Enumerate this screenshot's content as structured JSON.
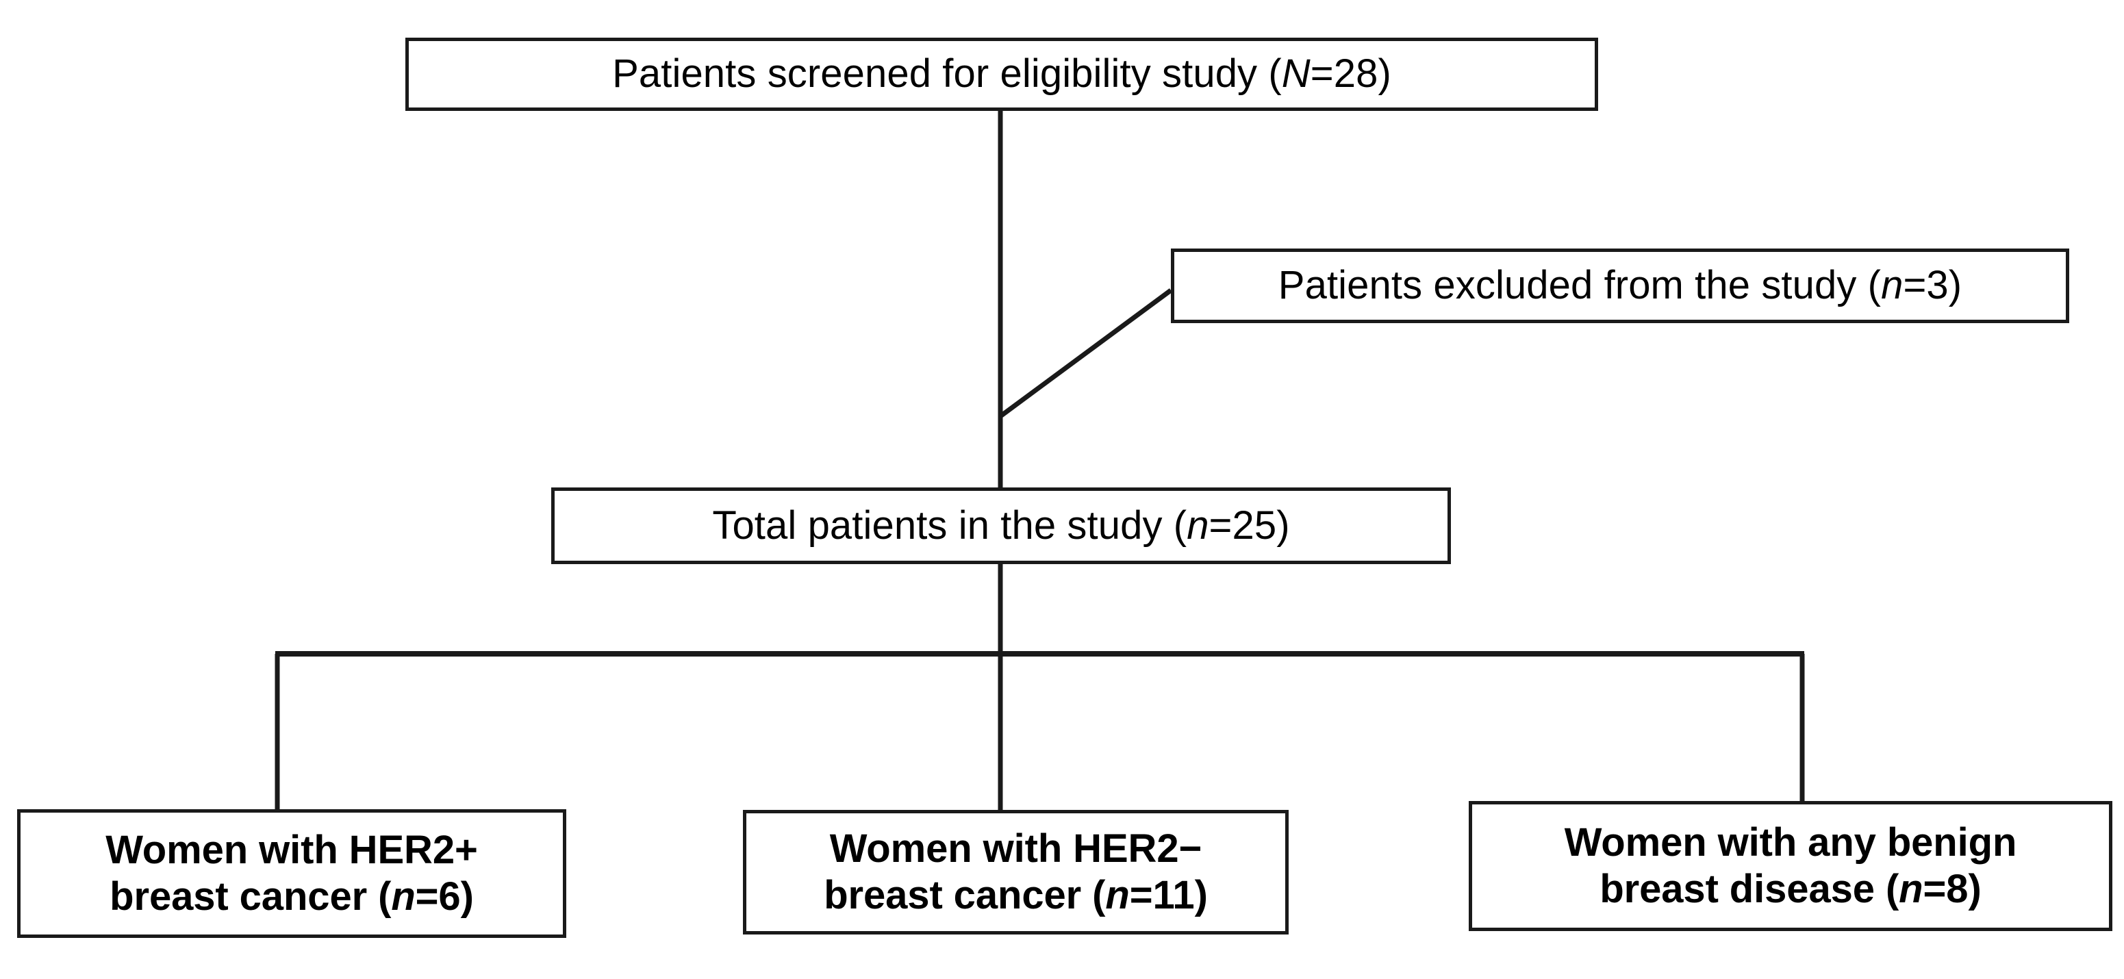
{
  "figure": {
    "type": "flowchart",
    "kind": "participant-flow-diagram",
    "orientation": "top-down",
    "line_color": "#1a1a1a",
    "background_color": "#ffffff",
    "text_color": "#000000"
  },
  "nodes": {
    "screened": {
      "id": "screened",
      "label_full": "Patients screened for eligibility study (N=28)",
      "text_before": "Patients screened for eligibility study (",
      "symbol": "N",
      "text_after": "=28)",
      "count": 28,
      "count_symbol": "N",
      "emphasis": "regular"
    },
    "excluded": {
      "id": "excluded",
      "label_full": "Patients excluded from the study (n=3)",
      "text_before": "Patients excluded from the study (",
      "symbol": "n",
      "text_after": "=3)",
      "count": 3,
      "count_symbol": "n",
      "emphasis": "regular"
    },
    "total": {
      "id": "total",
      "label_full": "Total patients in the study (n=25)",
      "text_before": "Total patients in the study (",
      "symbol": "n",
      "text_after": "=25)",
      "count": 25,
      "count_symbol": "n",
      "emphasis": "regular"
    },
    "her2_positive": {
      "id": "her2_positive",
      "label_full": "Women with HER2+ breast cancer (n=6)",
      "line1": "Women with HER2+",
      "line2_before": "breast cancer (",
      "symbol": "n",
      "line2_after": "=6)",
      "count": 6,
      "count_symbol": "n",
      "emphasis": "bold"
    },
    "her2_negative": {
      "id": "her2_negative",
      "label_full": "Women with HER2− breast cancer (n=11)",
      "line1": "Women with HER2−",
      "line2_before": "breast cancer (",
      "symbol": "n",
      "line2_after": "=11)",
      "count": 11,
      "count_symbol": "n",
      "emphasis": "bold"
    },
    "benign": {
      "id": "benign",
      "label_full": "Women with any benign breast disease (n=8)",
      "line1": "Women with any benign",
      "line2_before": "breast disease (",
      "symbol": "n",
      "line2_after": "=8)",
      "count": 8,
      "count_symbol": "n",
      "emphasis": "bold"
    }
  },
  "edges": [
    {
      "from": "screened",
      "to": "total",
      "style": "straight-vertical"
    },
    {
      "from": "screened",
      "to": "excluded",
      "style": "diagonal-branch"
    },
    {
      "from": "total",
      "to": "her2_positive",
      "style": "elbow"
    },
    {
      "from": "total",
      "to": "her2_negative",
      "style": "straight-vertical"
    },
    {
      "from": "total",
      "to": "benign",
      "style": "elbow"
    }
  ],
  "chart_data": {
    "type": "flowchart",
    "title": "",
    "categories": [
      "Patients screened for eligibility study",
      "Patients excluded from the study",
      "Total patients in the study",
      "Women with HER2+ breast cancer",
      "Women with HER2− breast cancer",
      "Women with any benign breast disease"
    ],
    "values": [
      28,
      3,
      25,
      6,
      11,
      8
    ],
    "symbols": [
      "N",
      "n",
      "n",
      "n",
      "n",
      "n"
    ]
  }
}
